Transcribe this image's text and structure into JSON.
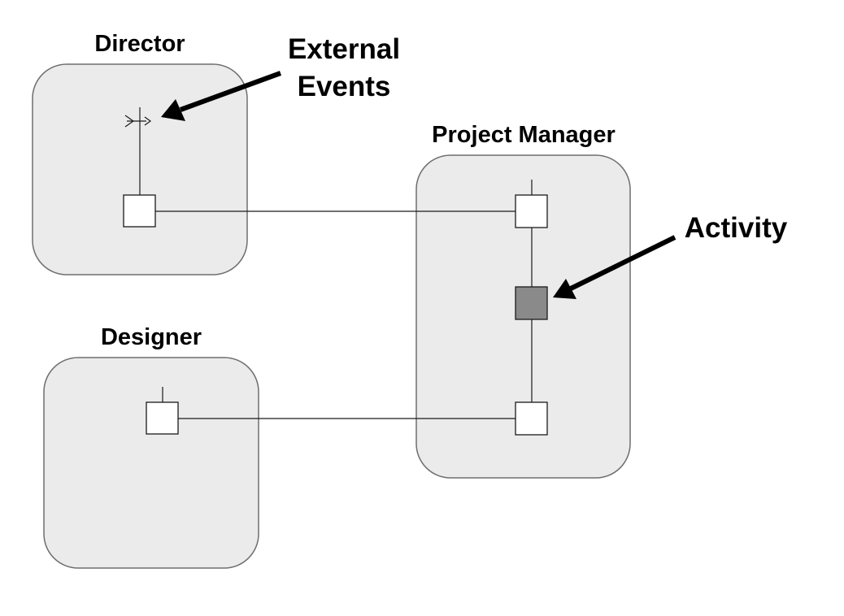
{
  "roles": {
    "director": {
      "label": "Director"
    },
    "project_manager": {
      "label": "Project Manager"
    },
    "designer": {
      "label": "Designer"
    }
  },
  "annotations": {
    "external_events": {
      "line1": "External",
      "line2": "Events"
    },
    "activity": {
      "label": "Activity"
    }
  },
  "colors": {
    "panel_fill": "#ebebeb",
    "panel_stroke": "#6e6e6e",
    "node_fill": "#ffffff",
    "activity_fill": "#8a8a8a",
    "line": "#1a1a1a",
    "text": "#000000"
  }
}
